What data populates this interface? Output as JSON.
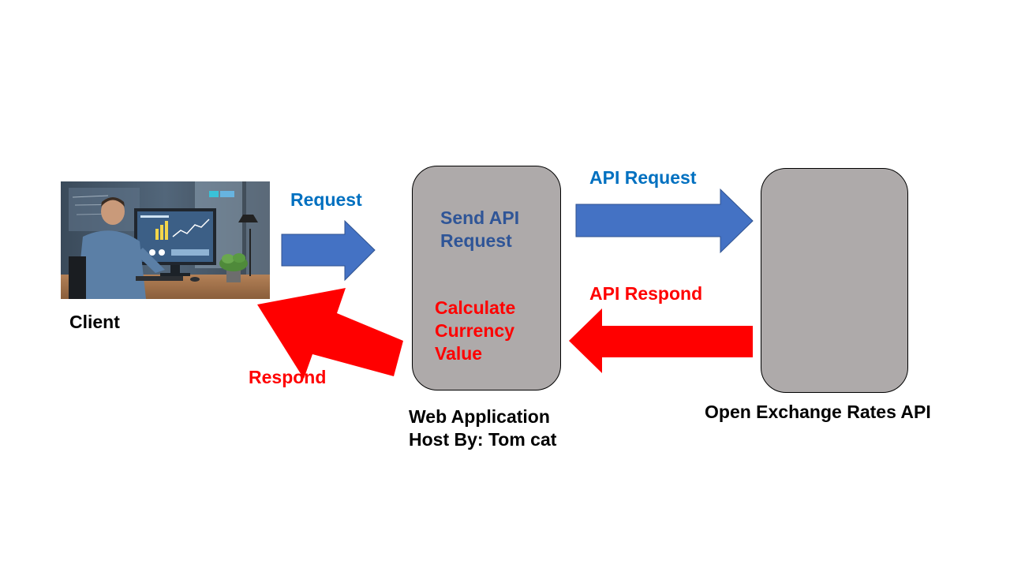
{
  "labels": {
    "request": "Request",
    "respond": "Respond",
    "api_request": "API Request",
    "api_respond": "API Respond"
  },
  "nodes": {
    "client": {
      "label": "Client"
    },
    "web_app": {
      "inner_top": "Send API Request",
      "inner_bottom": "Calculate Currency Value",
      "caption_line1": "Web Application",
      "caption_line2": "Host By: Tom cat"
    },
    "api_provider": {
      "caption": "Open Exchange Rates API"
    }
  },
  "colors": {
    "blue_arrow": "#4472c4",
    "red_arrow": "#ff0000",
    "box_fill": "#aeaaaa",
    "blue_text": "#0070c0",
    "inner_blue_text": "#2f5597",
    "red_text": "#ff0000"
  }
}
